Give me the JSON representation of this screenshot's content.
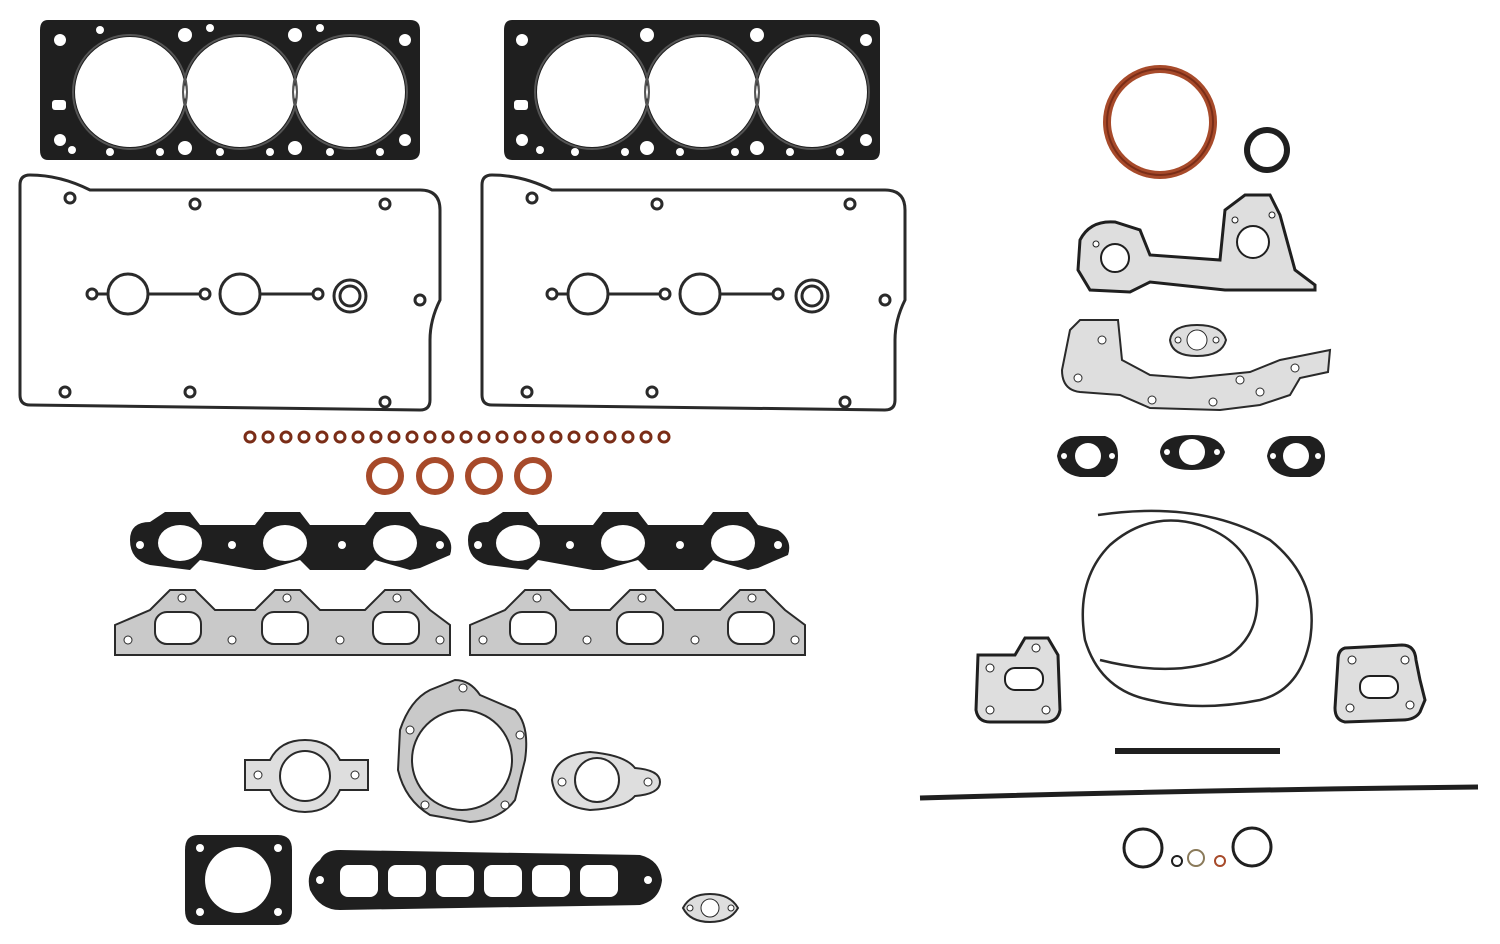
{
  "image": {
    "description_visible_text": "",
    "colors": {
      "background": "#ffffff",
      "gasket_dark": "#1f1f1f",
      "gasket_outline": "#2a2a2a",
      "metal_gray": "#c9c9c9",
      "metal_light": "#dedede",
      "orange_seal": "#a74a2a",
      "orange_seal_dark": "#7a2d17"
    },
    "parts": [
      {
        "name": "cylinder-head-gasket-left"
      },
      {
        "name": "cylinder-head-gasket-right"
      },
      {
        "name": "valve-cover-gasket-left"
      },
      {
        "name": "valve-cover-gasket-right"
      },
      {
        "name": "valve-stem-seals"
      },
      {
        "name": "spark-plug-tube-seals"
      },
      {
        "name": "intake-manifold-gasket-left"
      },
      {
        "name": "intake-manifold-gasket-right"
      },
      {
        "name": "exhaust-manifold-gasket-left"
      },
      {
        "name": "exhaust-manifold-gasket-right"
      },
      {
        "name": "egr-gasket"
      },
      {
        "name": "water-pump-gasket"
      },
      {
        "name": "small-flange-gasket"
      },
      {
        "name": "throttle-body-gasket"
      },
      {
        "name": "plenum-gasket"
      },
      {
        "name": "tiny-flange-gasket"
      },
      {
        "name": "rear-main-seal"
      },
      {
        "name": "front-seal"
      },
      {
        "name": "timing-cover-gasket"
      },
      {
        "name": "oil-pump-gasket"
      },
      {
        "name": "thermostat-gasket"
      },
      {
        "name": "coolant-flange-gaskets"
      },
      {
        "name": "rtv-cord-seal"
      },
      {
        "name": "oil-cooler-gasket-left"
      },
      {
        "name": "oil-cooler-gasket-right"
      },
      {
        "name": "rubber-strip-short"
      },
      {
        "name": "rubber-strip-long"
      },
      {
        "name": "o-rings"
      }
    ]
  }
}
